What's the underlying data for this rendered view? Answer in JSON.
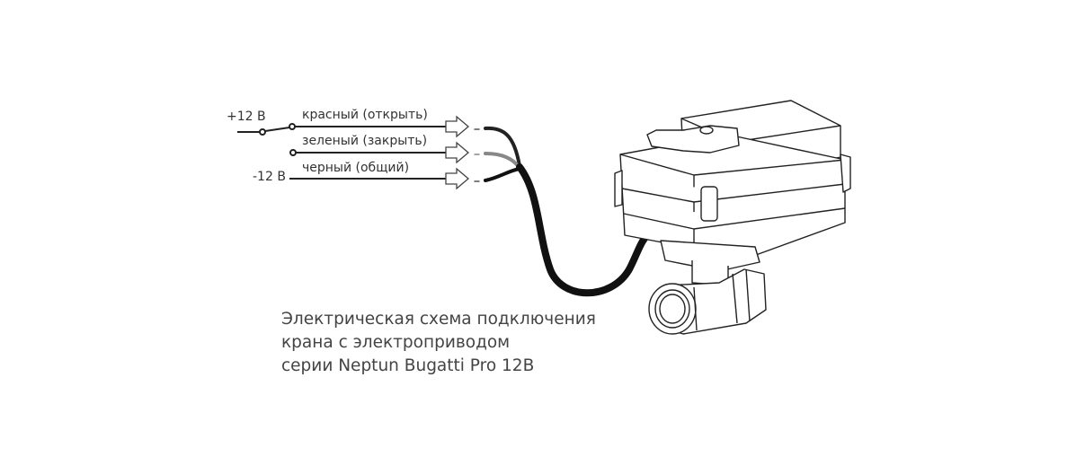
{
  "supply": {
    "positive": "+12 В",
    "negative": "-12 В"
  },
  "wires": [
    {
      "label": "красный (открыть)",
      "color": "#222222"
    },
    {
      "label": "зеленый (закрыть)",
      "color": "#666666"
    },
    {
      "label": "черный (общий)",
      "color": "#111111"
    }
  ],
  "caption": {
    "line1": "Электрическая схема подключения",
    "line2": "крана с электроприводом",
    "line3": "серии Neptun Bugatti Pro 12В"
  }
}
